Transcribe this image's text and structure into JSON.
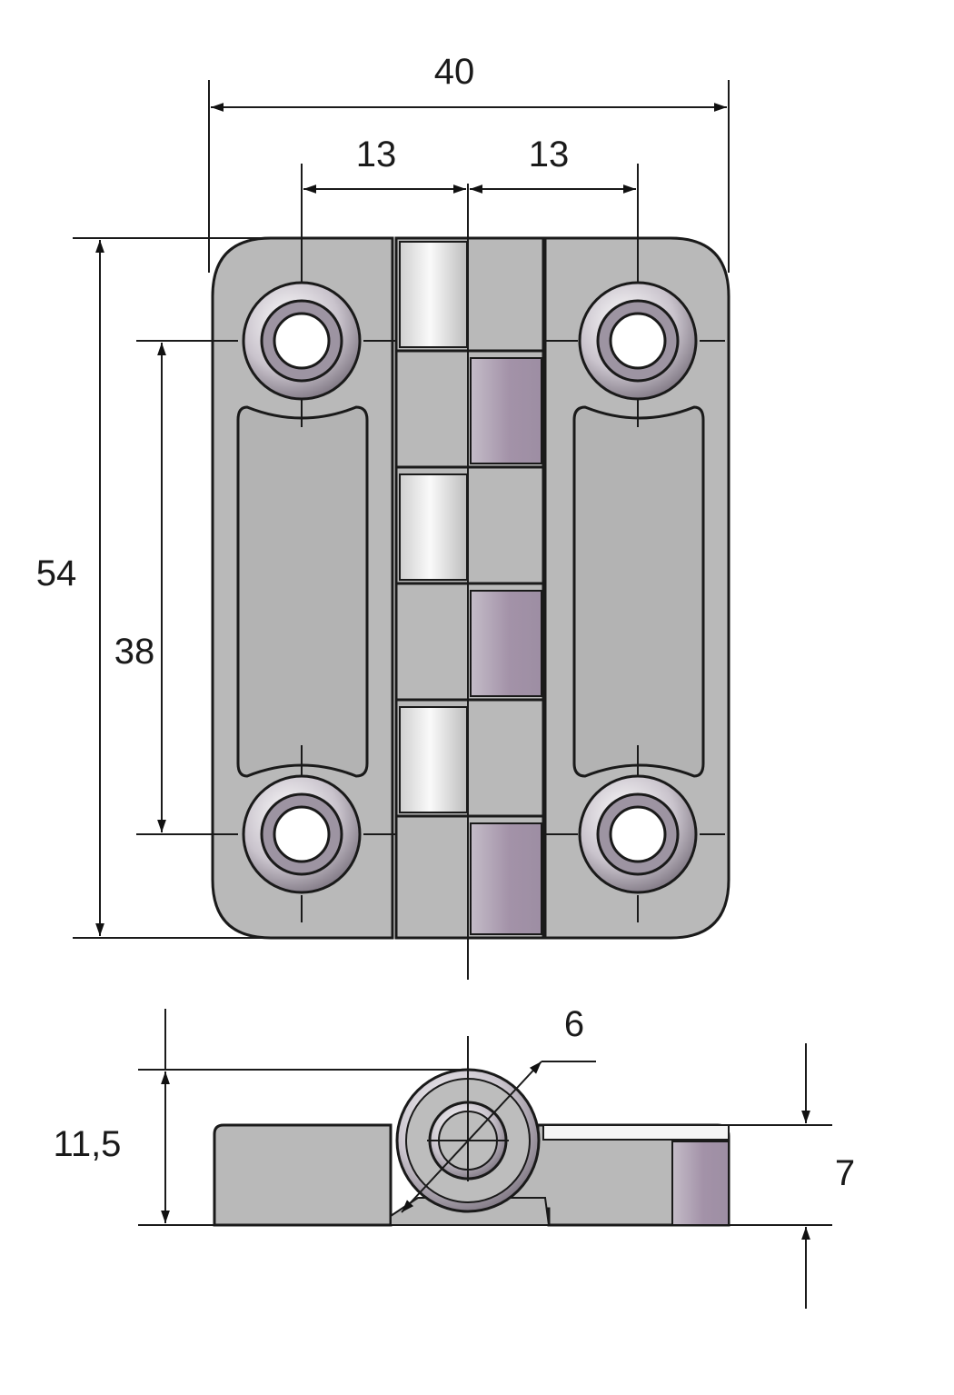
{
  "dimensions": {
    "overall_width": "40",
    "hole_offset_left": "13",
    "hole_offset_right": "13",
    "overall_height": "54",
    "hole_spacing": "38",
    "pin_diameter": "6",
    "total_thickness": "11,5",
    "leaf_thickness": "7"
  },
  "colors": {
    "body": "#b9b9b9",
    "outline": "#1a1a1a",
    "highlight": "#f2f2f2",
    "shadow_tint": "#a89aab"
  }
}
